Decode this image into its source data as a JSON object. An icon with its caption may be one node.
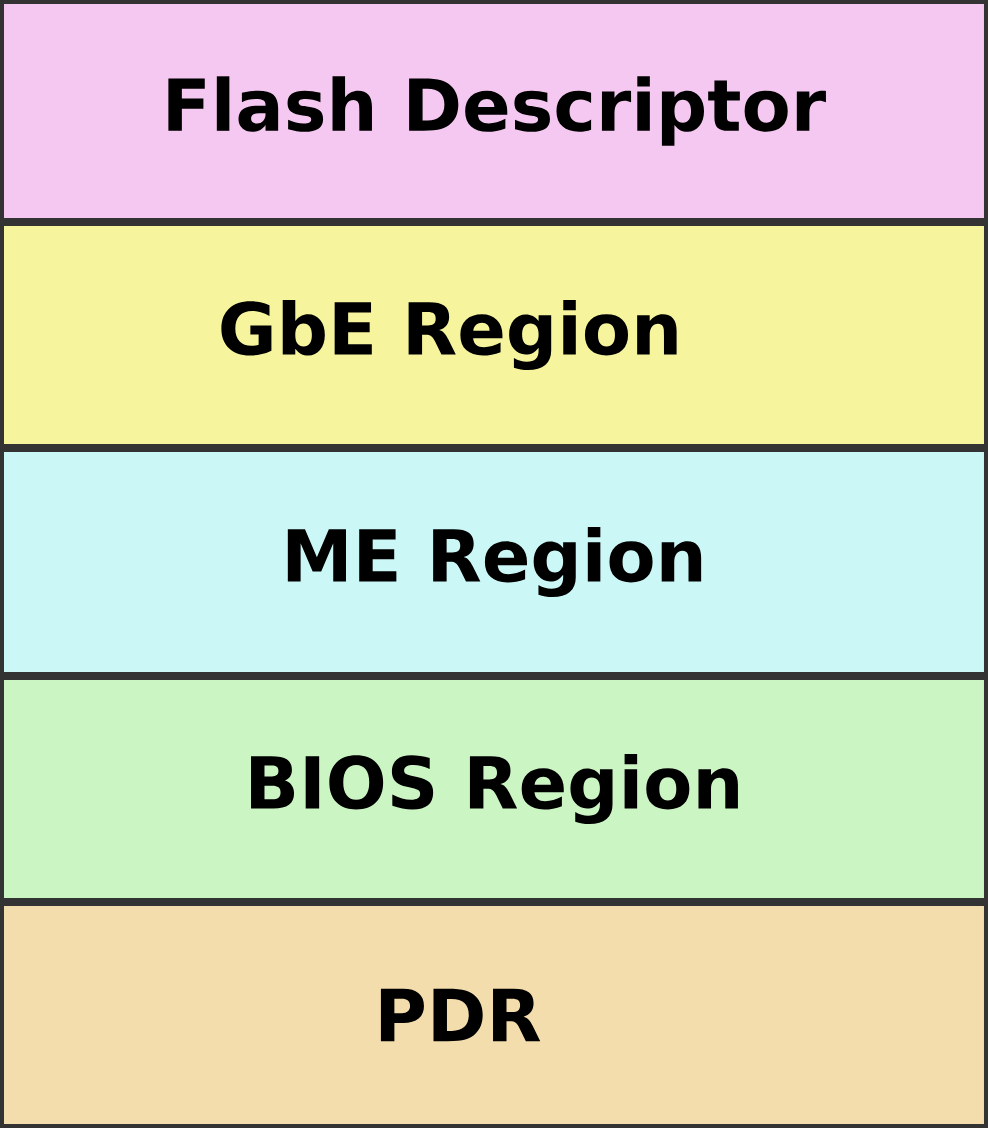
{
  "diagram": {
    "nodes": [
      {
        "text": [
          "Flash Descriptor"
        ]
      },
      {
        "text": [
          "GbE Region"
        ]
      },
      {
        "text": [
          "ME Region"
        ]
      },
      {
        "text": [
          "BIOS Region"
        ]
      },
      {
        "text": [
          "PDR"
        ]
      }
    ]
  }
}
